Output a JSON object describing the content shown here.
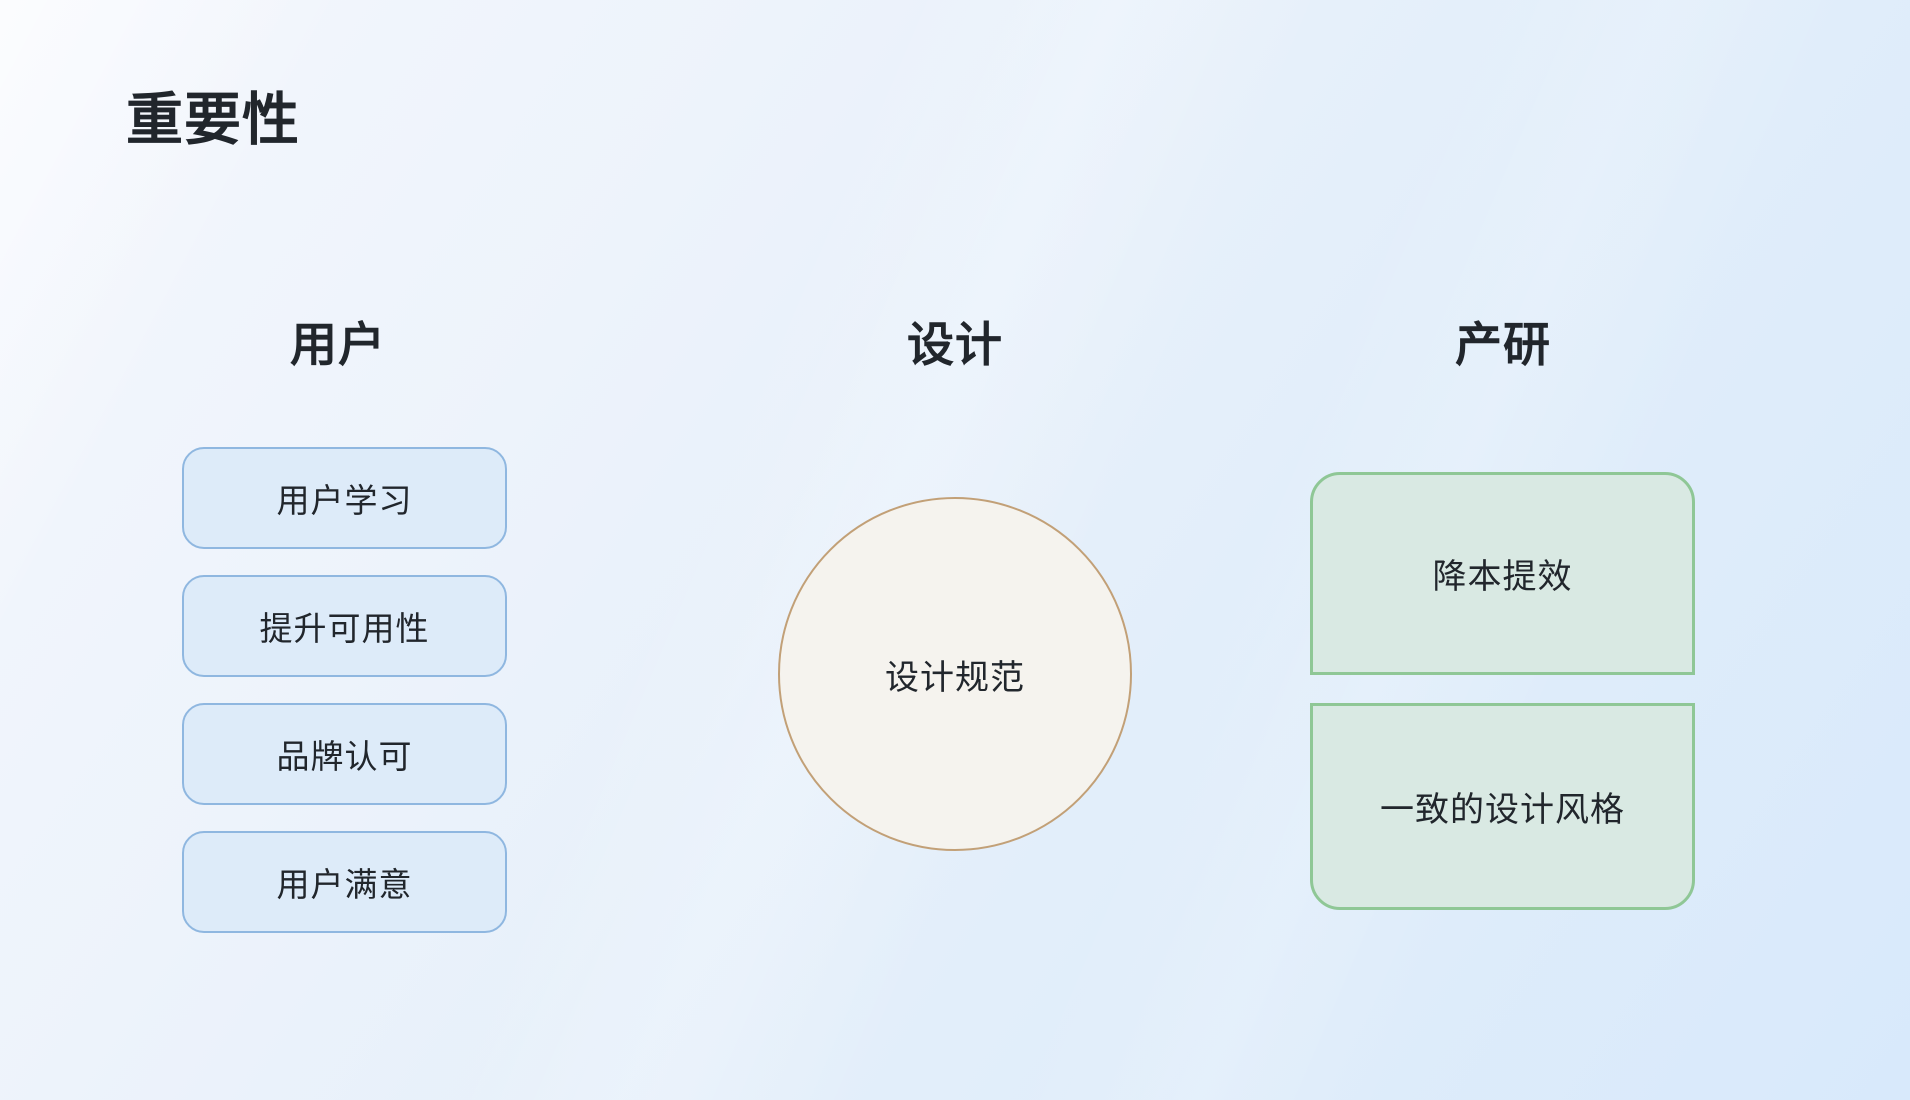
{
  "page": {
    "title": "重要性"
  },
  "columns": [
    {
      "id": "users",
      "header": "用户",
      "type": "pill-list",
      "items": [
        "用户学习",
        "提升可用性",
        "品牌认可",
        "用户满意"
      ],
      "box_fill": "#ddebf9",
      "box_border": "#8fb7e0"
    },
    {
      "id": "design",
      "header": "设计",
      "type": "circle",
      "circle_label": "设计规范",
      "circle_fill": "#f5f3ee",
      "circle_border": "#c2a077"
    },
    {
      "id": "product-rnd",
      "header": "产研",
      "type": "stacked-cards",
      "items": [
        "降本提效",
        "一致的设计风格"
      ],
      "box_fill": "#d9e9e3",
      "box_border": "#8fc796"
    }
  ],
  "colors": {
    "text": "#21262c",
    "background_from": "#f4f7fd",
    "background_to": "#d8e9fb"
  }
}
